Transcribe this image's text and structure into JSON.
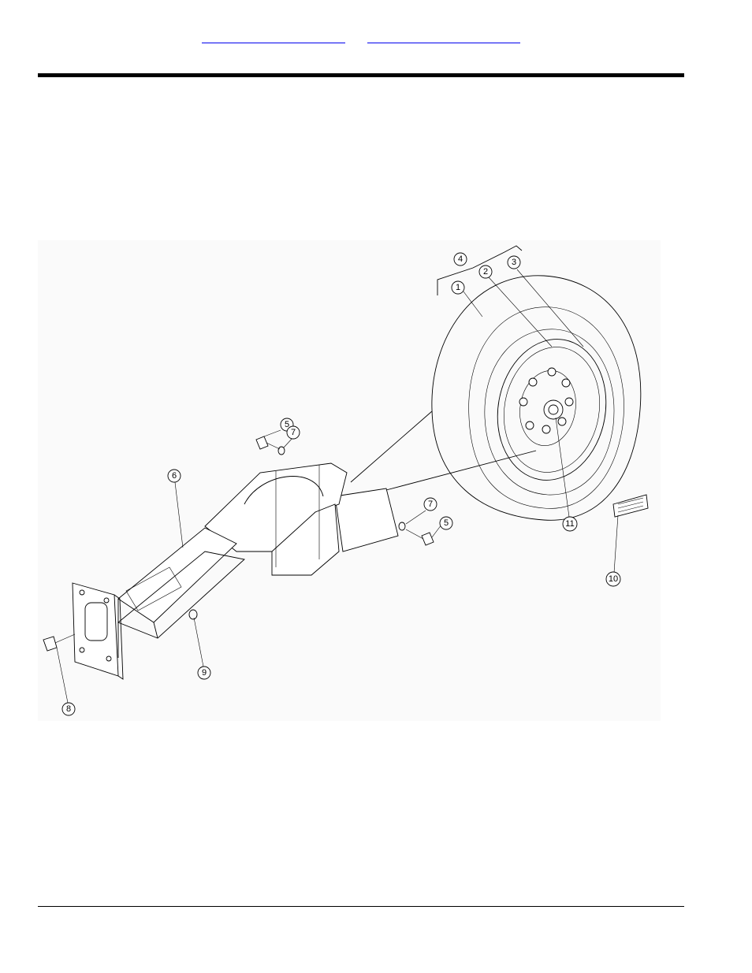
{
  "header": {
    "links": [
      {
        "id": "link-left",
        "label": ""
      },
      {
        "id": "link-right",
        "label": ""
      }
    ]
  },
  "diagram": {
    "callouts": [
      {
        "num": "1"
      },
      {
        "num": "2"
      },
      {
        "num": "3"
      },
      {
        "num": "4"
      },
      {
        "num": "5"
      },
      {
        "num": "5"
      },
      {
        "num": "6"
      },
      {
        "num": "7"
      },
      {
        "num": "7"
      },
      {
        "num": "8"
      },
      {
        "num": "9"
      },
      {
        "num": "10"
      },
      {
        "num": "11"
      }
    ]
  }
}
